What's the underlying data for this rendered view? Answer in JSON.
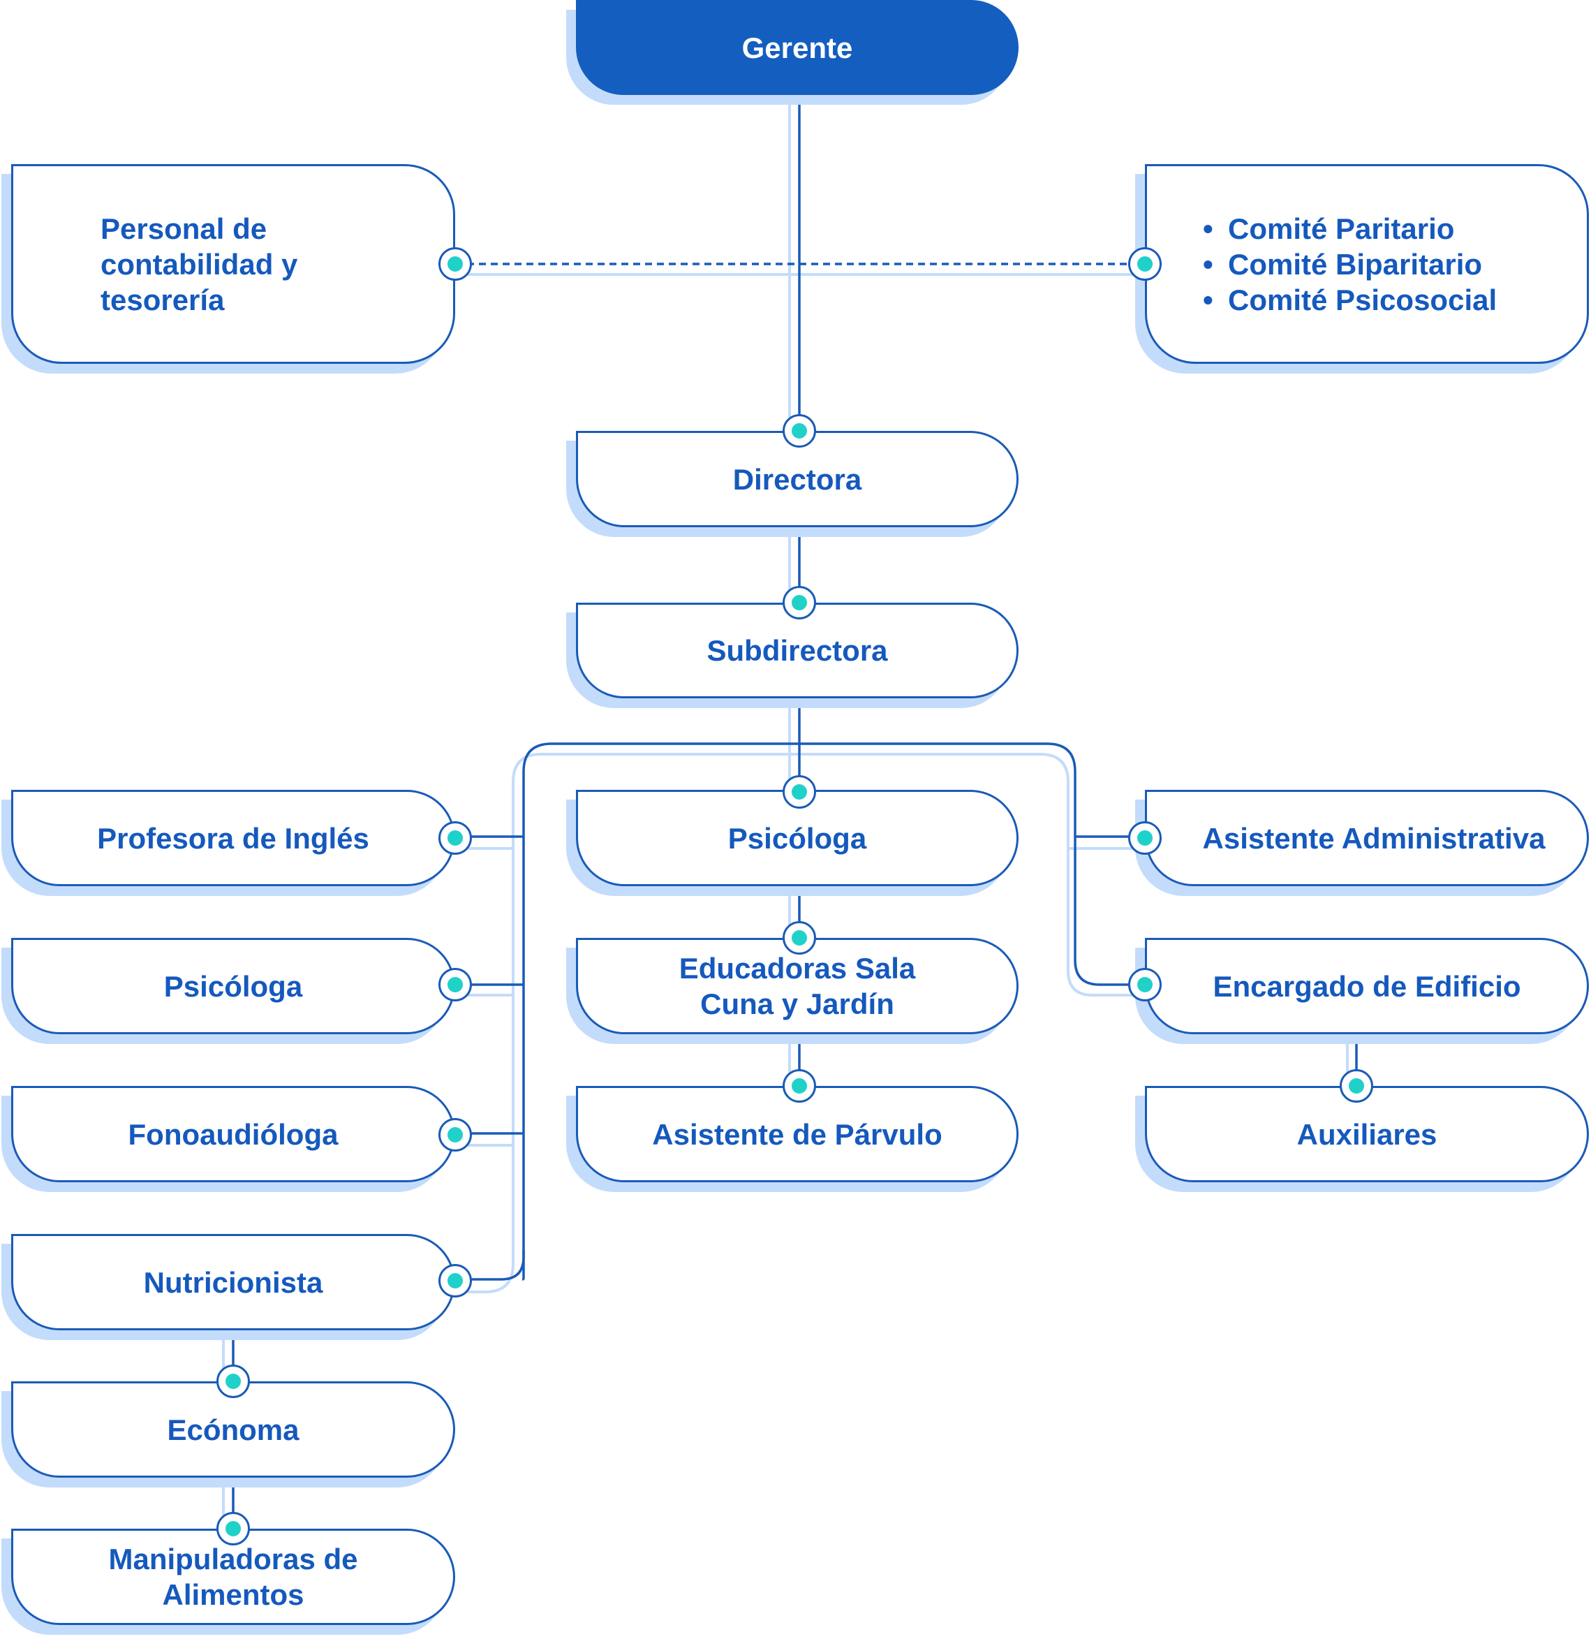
{
  "nodes": {
    "gerente": "Gerente",
    "contabilidad": "Personal de contabilidad y tesorería",
    "comites": [
      "Comité Paritario",
      "Comité Biparitario",
      "Comité Psicosocial"
    ],
    "directora": "Directora",
    "subdirectora": "Subdirectora",
    "profesora_ingles": "Profesora de Inglés",
    "psicologa_left": "Psicóloga",
    "fonoaudiologa": "Fonoaudióloga",
    "nutricionista": "Nutricionista",
    "economa": "Ecónoma",
    "manipuladoras": "Manipuladoras de Alimentos",
    "psicologa_center": "Psicóloga",
    "educadoras": "Educadoras Sala Cuna y Jardín",
    "asistente_parvulo": "Asistente de Párvulo",
    "asistente_admin": "Asistente Administrativa",
    "encargado_edificio": "Encargado de Edificio",
    "auxiliares": "Auxiliares"
  },
  "colors": {
    "primary": "#145ebf",
    "text": "#1559bd",
    "stroke": "#1a5bb8",
    "shadow": "#c4dcfb",
    "dot": "#1fd1c9"
  }
}
